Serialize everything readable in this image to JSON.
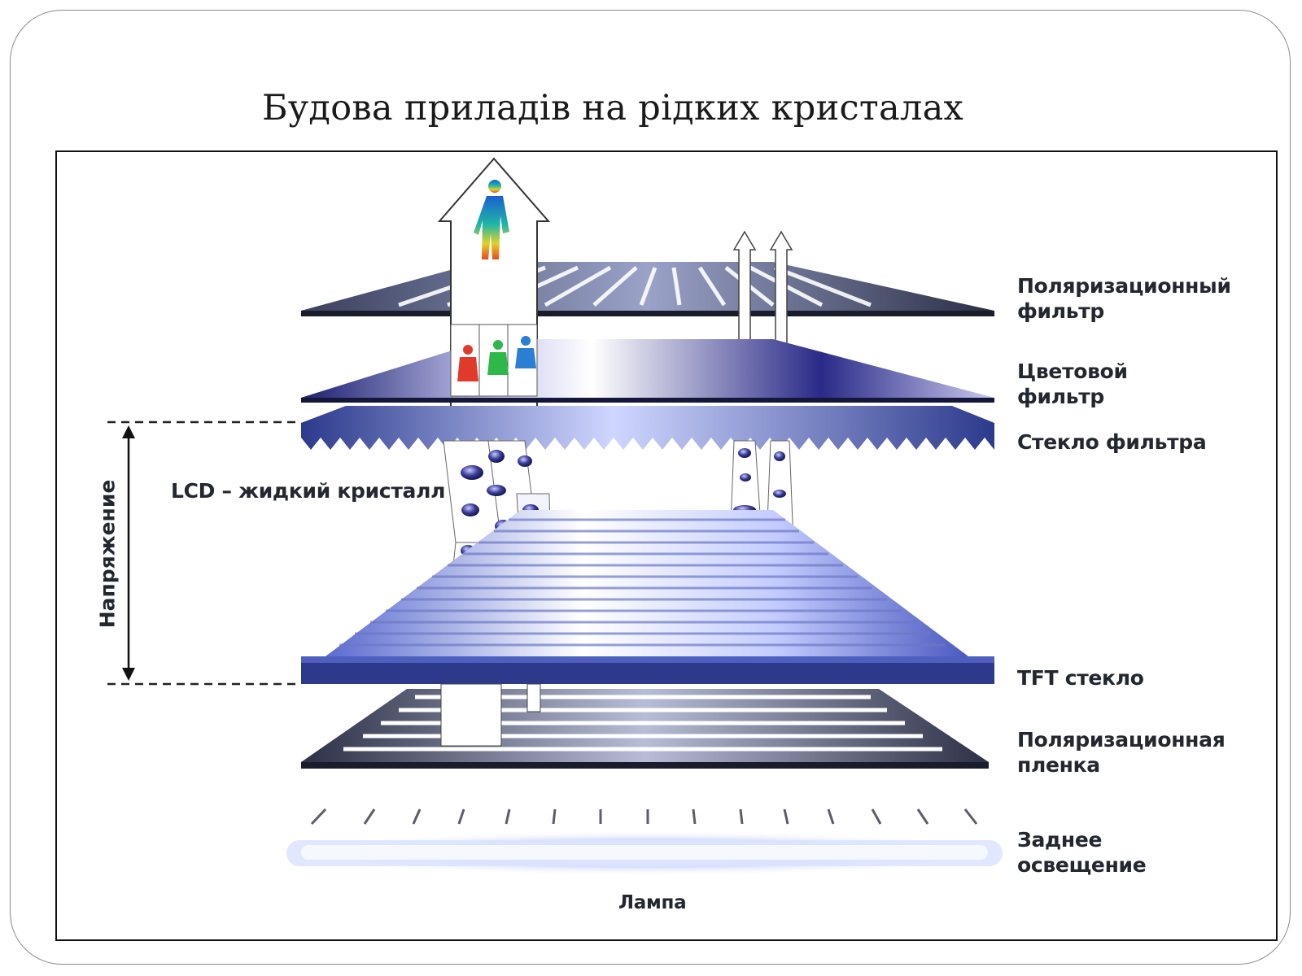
{
  "slide": {
    "title": "Будова приладів на рідких кристалах"
  },
  "diagram": {
    "layers": {
      "polarizing_filter": [
        "Поляризационный",
        "фильтр"
      ],
      "color_filter": [
        "Цветовой",
        "фильтр"
      ],
      "filter_glass": [
        "Стекло фильтра"
      ],
      "tft_glass": [
        "TFT стекло"
      ],
      "polarizing_film": [
        "Поляризационная",
        "пленка"
      ],
      "backlight": [
        "Заднее",
        "освещение"
      ]
    },
    "lcd_label": "LCD – жидкий кристалл",
    "voltage_label": "Напряжение",
    "lamp_label": "Лампа"
  },
  "colors": {
    "layer_blue": "#2b3f9a",
    "dark_plate": "#1c1f2e",
    "backlight_glow": "#c9d6ff",
    "person_red": "#e03a2a",
    "person_green": "#2fb84a",
    "person_blue": "#2a7fd4"
  }
}
